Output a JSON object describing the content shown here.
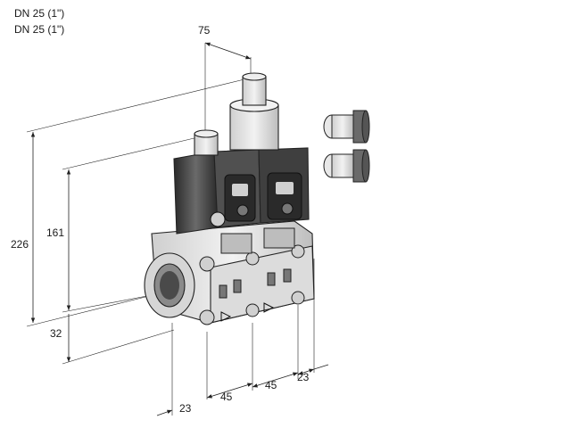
{
  "header": {
    "line1": "DN 25 (1\")",
    "line2": "DN 25 (1\")"
  },
  "dimensions": {
    "d75": "75",
    "d226": "226",
    "d161": "161",
    "d32": "32",
    "d23_left": "23",
    "d45_a": "45",
    "d45_b": "45",
    "d23_right": "23"
  },
  "colors": {
    "line": "#222222",
    "body_light": "#e6e6e6",
    "body_mid": "#bdbdbd",
    "body_dark": "#3a3a3a"
  }
}
